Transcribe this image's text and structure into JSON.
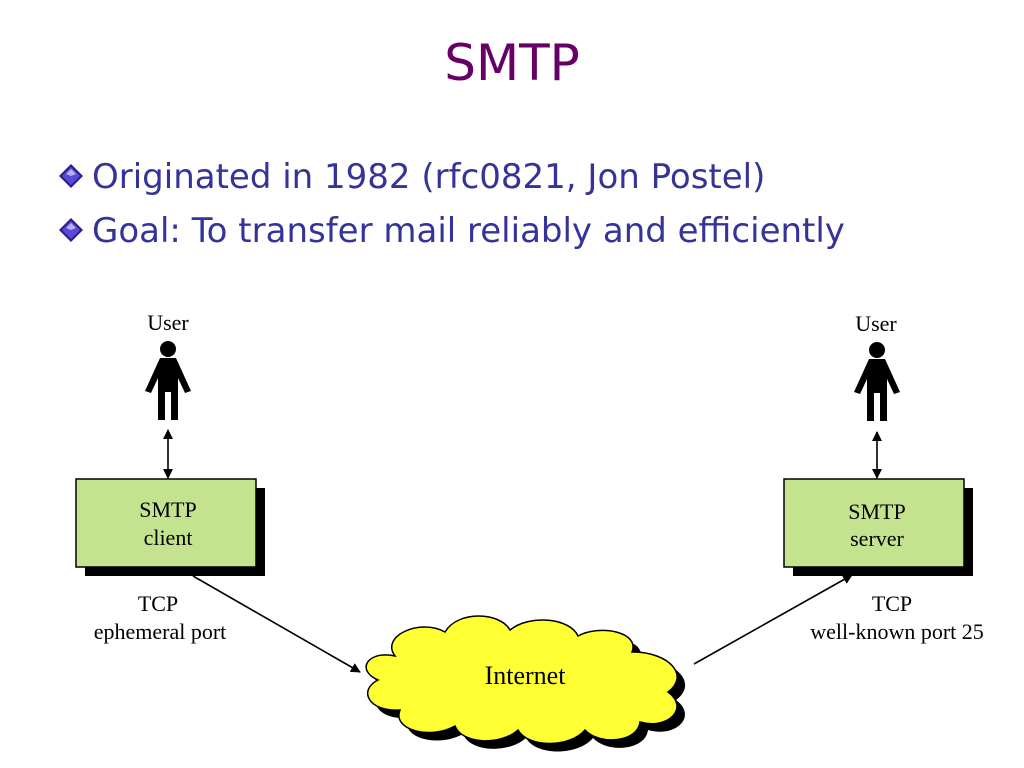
{
  "title": "SMTP",
  "bullets": [
    "Originated in 1982 (rfc0821, Jon Postel)",
    "Goal: To transfer mail reliably and efficiently"
  ],
  "diagram": {
    "left_user_label": "User",
    "right_user_label": "User",
    "client_box": {
      "line1": "SMTP",
      "line2": "client"
    },
    "server_box": {
      "line1": "SMTP",
      "line2": "server"
    },
    "client_port": {
      "line1": "TCP",
      "line2": "ephemeral  port"
    },
    "server_port": {
      "line1": "TCP",
      "line2": "well-known port 25"
    },
    "cloud_label": "Internet"
  },
  "colors": {
    "title": "#660066",
    "bullet_text": "#333399",
    "box_fill": "#c4e38f",
    "cloud_fill": "#ffff33",
    "bullet_icon": "#4b2fb6"
  }
}
